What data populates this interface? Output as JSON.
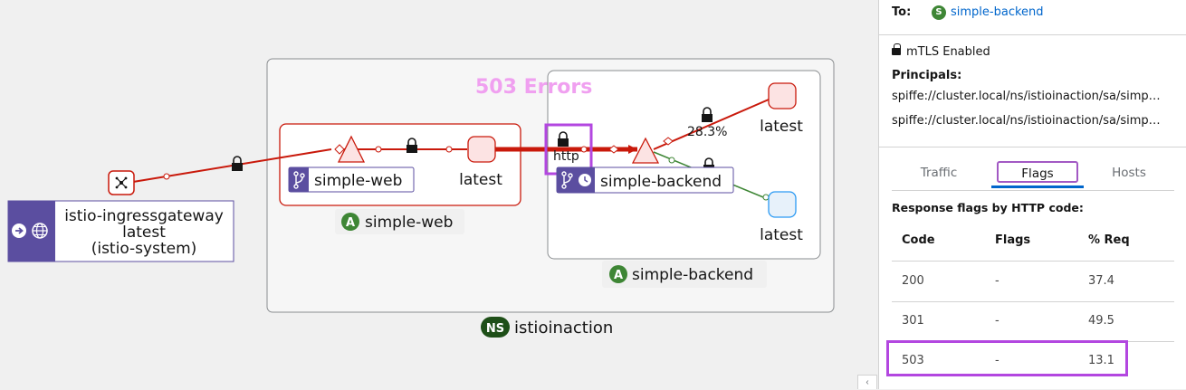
{
  "graph": {
    "namespace_badge": "NS",
    "namespace_name": "istioinaction",
    "app_badge": "A",
    "error_annotation": "503 Errors",
    "ingress": {
      "name": "istio-ingressgateway",
      "version": "latest",
      "namespace": "(istio-system)"
    },
    "simple_web_box_label": "simple-web",
    "simple_web_workload": "simple-web",
    "simple_web_version": "latest",
    "simple_backend_box_label": "simple-backend",
    "simple_backend_workload": "simple-backend",
    "backend_version_error": "latest",
    "backend_version_ok": "latest",
    "edge_protocol": "http",
    "edge_percentage": "28.3%",
    "colors": {
      "error": "#c9190b",
      "ok": "#3e8635",
      "highlight": "#b347e0",
      "accent": "#5b4ea0",
      "error_text": "#f0a0f0"
    }
  },
  "panel": {
    "to_label": "To:",
    "service_badge": "S",
    "service_name": "simple-backend",
    "mtls_label": "mTLS Enabled",
    "principals_label": "Principals:",
    "principals": [
      "spiffe://cluster.local/ns/istioinaction/sa/simple-web",
      "spiffe://cluster.local/ns/istioinaction/sa/simple-backend"
    ],
    "tabs": [
      "Traffic",
      "Flags",
      "Hosts"
    ],
    "active_tab": "Flags",
    "response_flags_title": "Response flags by HTTP code:",
    "table": {
      "headers": [
        "Code",
        "Flags",
        "% Req"
      ],
      "rows": [
        {
          "code": "200",
          "flags": "-",
          "req": "37.4"
        },
        {
          "code": "301",
          "flags": "-",
          "req": "49.5"
        },
        {
          "code": "503",
          "flags": "-",
          "req": "13.1"
        }
      ]
    }
  }
}
